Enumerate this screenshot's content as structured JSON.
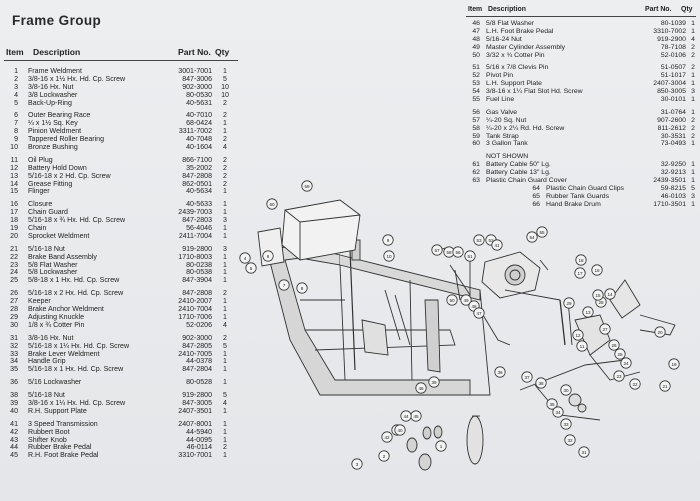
{
  "title": "Frame Group",
  "left_header": {
    "item": "Item",
    "description": "Description",
    "partno": "Part No.",
    "qty": "Qty"
  },
  "right_header": {
    "item": "Item",
    "description": "Description",
    "partno": "Part No.",
    "qty": "Qty"
  },
  "left_groups": [
    [
      {
        "n": "1",
        "d": "Frame Weldment",
        "p": "3001-7001",
        "q": "1"
      },
      {
        "n": "2",
        "d": "3/8-16 x 1½ Hx. Hd. Cp. Screw",
        "p": "847-3006",
        "q": "5"
      },
      {
        "n": "3",
        "d": "3/8-16 Hx. Nut",
        "p": "902-3000",
        "q": "10"
      },
      {
        "n": "4",
        "d": "3/8 Lockwasher",
        "p": "80-0530",
        "q": "10"
      },
      {
        "n": "5",
        "d": "Back-Up-Ring",
        "p": "40-5631",
        "q": "2"
      }
    ],
    [
      {
        "n": "6",
        "d": "Outer Bearing Race",
        "p": "40-7010",
        "q": "2"
      },
      {
        "n": "7",
        "d": "¼ x 1½ Sq. Key",
        "p": "68-0424",
        "q": "1"
      },
      {
        "n": "8",
        "d": "Pinion Weldment",
        "p": "3311-7002",
        "q": "1"
      },
      {
        "n": "9",
        "d": "Tappered Roller Bearing",
        "p": "40-7048",
        "q": "2"
      },
      {
        "n": "10",
        "d": "Bronze Bushing",
        "p": "40-1604",
        "q": "4"
      }
    ],
    [
      {
        "n": "11",
        "d": "Oil Plug",
        "p": "866-7100",
        "q": "2"
      },
      {
        "n": "12",
        "d": "Battery Hold Down",
        "p": "35-2002",
        "q": "2"
      },
      {
        "n": "13",
        "d": "5/16-18 x 2 Hd. Cp. Screw",
        "p": "847-2808",
        "q": "2"
      },
      {
        "n": "14",
        "d": "Grease Fitting",
        "p": "862-0501",
        "q": "2"
      },
      {
        "n": "15",
        "d": "Flinger",
        "p": "40-5634",
        "q": "1"
      }
    ],
    [
      {
        "n": "16",
        "d": "Closure",
        "p": "40-5633",
        "q": "1"
      },
      {
        "n": "17",
        "d": "Chain Guard",
        "p": "2439-7003",
        "q": "1"
      },
      {
        "n": "18",
        "d": "5/16-18 x ¾ Hx. Hd. Cp. Screw",
        "p": "847-2803",
        "q": "3"
      },
      {
        "n": "19",
        "d": "Chain",
        "p": "56-4046",
        "q": "1"
      },
      {
        "n": "20",
        "d": "Sprocket Weldment",
        "p": "2411-7004",
        "q": "1"
      }
    ],
    [
      {
        "n": "21",
        "d": "5/16-18 Nut",
        "p": "919-2800",
        "q": "3"
      },
      {
        "n": "22",
        "d": "Brake Band Assembly",
        "p": "1710-8003",
        "q": "1"
      },
      {
        "n": "23",
        "d": "5/8 Flat Washer",
        "p": "80-0238",
        "q": "1"
      },
      {
        "n": "24",
        "d": "5/8 Lockwasher",
        "p": "80-0538",
        "q": "1"
      },
      {
        "n": "25",
        "d": "5/8-18 x 1 Hx. Hd. Cp. Screw",
        "p": "847-3904",
        "q": "1"
      }
    ],
    [
      {
        "n": "26",
        "d": "5/16-18 x 2 Hx. Hd. Cp. Screw",
        "p": "847-2808",
        "q": "2"
      },
      {
        "n": "27",
        "d": "Keeper",
        "p": "2410-2007",
        "q": "1"
      },
      {
        "n": "28",
        "d": "Brake Anchor Weldment",
        "p": "2410-7004",
        "q": "1"
      },
      {
        "n": "29",
        "d": "Adjusting Knuckle",
        "p": "1710-7006",
        "q": "1"
      },
      {
        "n": "30",
        "d": "1/8 x ¾ Cotter Pin",
        "p": "52-0206",
        "q": "4"
      }
    ],
    [
      {
        "n": "31",
        "d": "3/8-16 Hx. Nut",
        "p": "902-3000",
        "q": "2"
      },
      {
        "n": "32",
        "d": "5/16-18 x 1¼ Hx. Hd. Cp. Screw",
        "p": "847-2805",
        "q": "5"
      },
      {
        "n": "33",
        "d": "Brake Lever Weldment",
        "p": "2410-7005",
        "q": "1"
      },
      {
        "n": "34",
        "d": "Handle Grip",
        "p": "44-0378",
        "q": "1"
      },
      {
        "n": "35",
        "d": "5/16-18 x 1 Hx. Hd. Cp. Screw",
        "p": "847-2804",
        "q": "1"
      }
    ],
    [
      {
        "n": "36",
        "d": "5/16 Lockwasher",
        "p": "80-0528",
        "q": "1"
      }
    ],
    [
      {
        "n": "38",
        "d": "5/16-18 Nut",
        "p": "919-2800",
        "q": "5"
      },
      {
        "n": "39",
        "d": "3/8-16 x 1¼ Hx. Hd. Cp. Screw",
        "p": "847-3005",
        "q": "4"
      },
      {
        "n": "40",
        "d": "R.H. Support Plate",
        "p": "2407-3501",
        "q": "1"
      }
    ],
    [
      {
        "n": "41",
        "d": "3 Speed Transmission",
        "p": "2407-8001",
        "q": "1"
      },
      {
        "n": "42",
        "d": "Rubbert Boot",
        "p": "44-5940",
        "q": "1"
      },
      {
        "n": "43",
        "d": "Shifter Knob",
        "p": "44-0095",
        "q": "1"
      },
      {
        "n": "44",
        "d": "Rubber Brake Pedal",
        "p": "46-0114",
        "q": "2"
      },
      {
        "n": "45",
        "d": "R.H. Foot Brake Pedal",
        "p": "3310-7001",
        "q": "1"
      }
    ]
  ],
  "right_groups": [
    [
      {
        "n": "46",
        "d": "5/8 Flat Washer",
        "p": "80-1039",
        "q": "1"
      },
      {
        "n": "47",
        "d": "L.H. Foot Brake Pedal",
        "p": "3310-7002",
        "q": "1"
      },
      {
        "n": "48",
        "d": "5/16-24 Nut",
        "p": "919-2900",
        "q": "4"
      },
      {
        "n": "49",
        "d": "Master Cylinder Assembly",
        "p": "78-7108",
        "q": "2"
      },
      {
        "n": "50",
        "d": "3/32 x ¾ Cotter Pin",
        "p": "52-0106",
        "q": "2"
      }
    ],
    [
      {
        "n": "51",
        "d": "5/16 x 7/8 Clevis Pin",
        "p": "51-0507",
        "q": "2"
      },
      {
        "n": "52",
        "d": "Pivot Pin",
        "p": "51-1017",
        "q": "1"
      },
      {
        "n": "53",
        "d": "L.H. Support Plate",
        "p": "2407-3004",
        "q": "1"
      },
      {
        "n": "54",
        "d": "3/8-16 x 1¼ Flat Slot Hd. Screw",
        "p": "850-3005",
        "q": "3"
      },
      {
        "n": "55",
        "d": "Fuel Line",
        "p": "30-0101",
        "q": "1"
      }
    ],
    [
      {
        "n": "56",
        "d": "Gas Valve",
        "p": "31-0764",
        "q": "1"
      },
      {
        "n": "57",
        "d": "¼-20 Sq. Nut",
        "p": "907-2600",
        "q": "2"
      },
      {
        "n": "58",
        "d": "¼-20 x 2¼ Rd. Hd. Screw",
        "p": "811-2612",
        "q": "2"
      },
      {
        "n": "59",
        "d": "Tank Strap",
        "p": "30-3531",
        "q": "2"
      },
      {
        "n": "60",
        "d": "3 Gallon Tank",
        "p": "73-0493",
        "q": "1"
      }
    ]
  ],
  "not_shown_label": "NOT SHOWN",
  "not_shown": [
    {
      "n": "61",
      "d": "Battery Cable 50\" Lg.",
      "p": "32-9250",
      "q": "1"
    },
    {
      "n": "62",
      "d": "Battery Cable 13\" Lg.",
      "p": "32-9213",
      "q": "1"
    },
    {
      "n": "63",
      "d": "Plastic Chain Guard Cover",
      "p": "2439-3501",
      "q": "1"
    }
  ],
  "not_shown_inset": [
    {
      "n": "64",
      "d": "Plastic Chain Guard Clips",
      "p": "59-8215",
      "q": "5"
    },
    {
      "n": "65",
      "d": "Rubber Tank Guards",
      "p": "46-0103",
      "q": "3"
    },
    {
      "n": "66",
      "d": "Hand Brake Drum",
      "p": "1710-3501",
      "q": "1"
    }
  ],
  "callouts": [
    "59",
    "60",
    "57",
    "58",
    "56",
    "55",
    "54",
    "53",
    "52",
    "41",
    "51",
    "50",
    "49",
    "48",
    "47",
    "46",
    "45",
    "44",
    "43",
    "42",
    "40",
    "39",
    "38",
    "37",
    "36",
    "35",
    "34",
    "33",
    "32",
    "31",
    "30",
    "29",
    "28",
    "27",
    "26",
    "25",
    "24",
    "23",
    "22",
    "21",
    "20",
    "19",
    "18",
    "17",
    "16",
    "15",
    "14",
    "13",
    "12",
    "11",
    "10",
    "9",
    "8",
    "7",
    "6",
    "5",
    "4",
    "3",
    "2",
    "1"
  ]
}
